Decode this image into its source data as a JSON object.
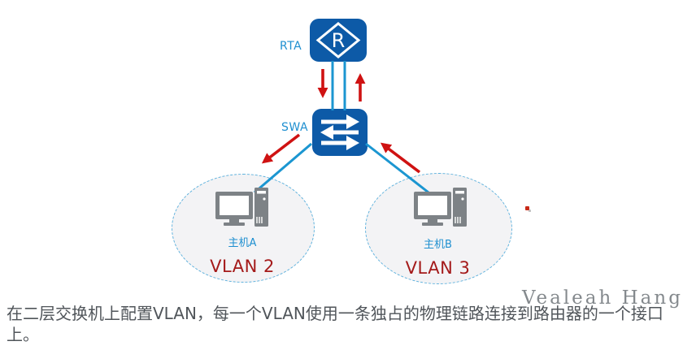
{
  "diagram": {
    "router_label": "RTA",
    "switch_label": "SWA",
    "router_icon_letter": "R",
    "host_a_label": "主机A",
    "host_b_label": "主机B",
    "vlan_left_label": "VLAN 2",
    "vlan_right_label": "VLAN 3",
    "colors": {
      "node_blue": "#0d5aa7",
      "link_blue": "#1b96d1",
      "label_blue": "#1e8fd0",
      "arrow_red": "#cf1212",
      "vlan_red": "#a41a1a",
      "zone_border_blue": "#5db1dd",
      "zone_fill": "#f3f3f5",
      "device_gray": "#7d8286",
      "caption_gray": "#50555a"
    },
    "icons": [
      "router-icon",
      "switch-icon",
      "computer-icon",
      "red-arrow",
      "blue-link"
    ]
  },
  "caption": {
    "text": "在二层交换机上配置VLAN，每一个VLAN使用一条独占的物理链路连接到路由器的一个接口上。"
  },
  "watermark": {
    "text": "Vealeah Hang"
  }
}
